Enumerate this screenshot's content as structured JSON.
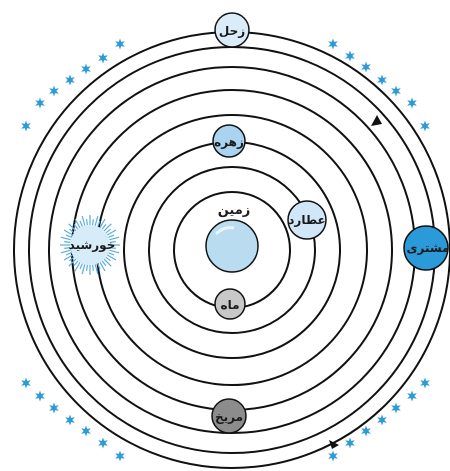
{
  "bodies": {
    "earth": "زمین",
    "moon": "ماه",
    "mercury": "عطارد",
    "venus": "زهره",
    "sun": "خورشید",
    "mars": "مریخ",
    "jupiter": "مشتری",
    "saturn": "زحل"
  },
  "colors": {
    "orbit": "#111111",
    "star": "#2f9bd6",
    "earth": "#b9dcf0",
    "moon": "#c8c8c8",
    "mercury": "#cfe7f6",
    "venus": "#a9d3ee",
    "sun": "#d7ecf9",
    "mars": "#8c8c8c",
    "jupiter": "#2b9ad8",
    "saturn": "#d9ecf8"
  },
  "icons": {
    "stars": "six-point-star-icon",
    "direction": "arrowhead-icon"
  }
}
